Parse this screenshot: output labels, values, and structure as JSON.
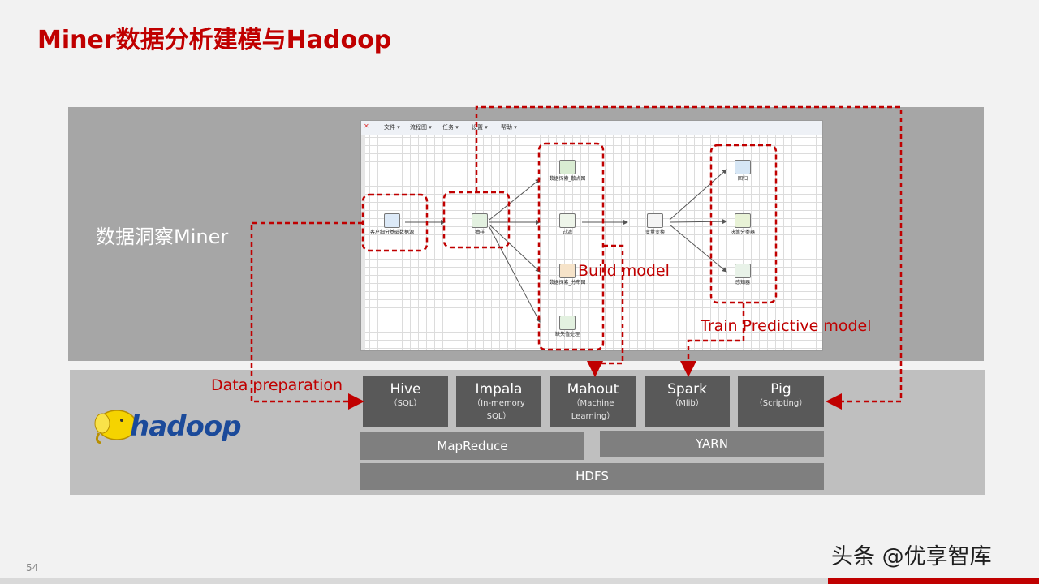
{
  "title": "Miner数据分析建模与Hadoop",
  "miner_label": "数据洞察Miner",
  "screenshot": {
    "menu": [
      "文件 ▾",
      "流程图 ▾",
      "任务 ▾",
      "设置 ▾",
      "帮助 ▾"
    ],
    "nodes": {
      "customer": "客户细分基础数据源",
      "sample": "抽样",
      "explore_scatter": "数据探索_散点图",
      "filter": "过滤",
      "explore_dist": "数据探索_分布图",
      "missing": "缺失值处理",
      "transform": "变量变换",
      "regression": "回归",
      "tree": "决策分类器",
      "neural": "感知器"
    }
  },
  "annotations": {
    "build_model": "Build model",
    "train_model": "Train Predictive model",
    "data_prep": "Data preparation"
  },
  "hadoop": {
    "logo": "hadoop",
    "tools": [
      {
        "name": "Hive",
        "sub1": "（SQL）",
        "sub2": ""
      },
      {
        "name": "Impala",
        "sub1": "（In-memory",
        "sub2": "SQL）"
      },
      {
        "name": "Mahout",
        "sub1": "（Machine",
        "sub2": "Learning）"
      },
      {
        "name": "Spark",
        "sub1": "（Mlib）",
        "sub2": ""
      },
      {
        "name": "Pig",
        "sub1": "（Scripting）",
        "sub2": ""
      }
    ],
    "mapreduce": "MapReduce",
    "yarn": "YARN",
    "hdfs": "HDFS"
  },
  "page_number": "54",
  "watermark": "头条 @优享智库",
  "colors": {
    "accent": "#c00000",
    "panel_dark": "#595959",
    "panel_mid": "#7f7f7f"
  }
}
